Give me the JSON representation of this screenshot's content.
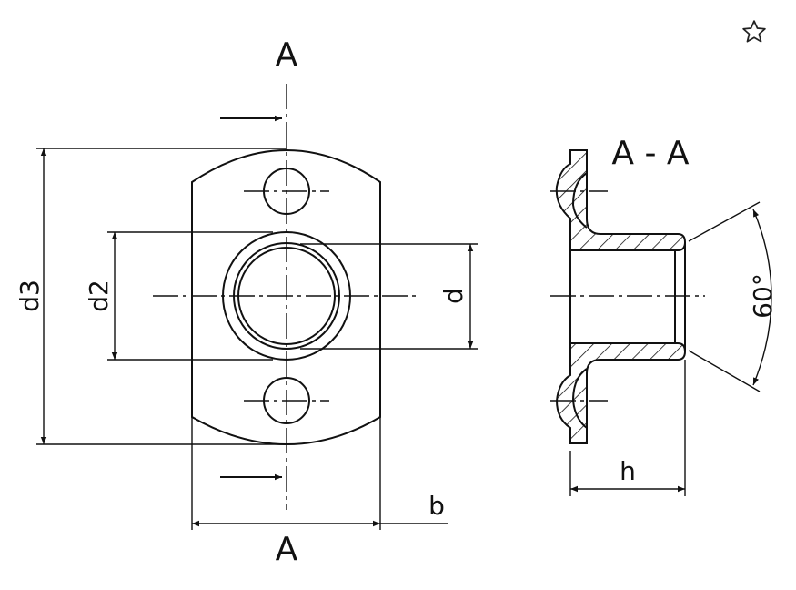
{
  "labels": {
    "section_top": "A",
    "section_bottom": "A",
    "section_title": "A - A",
    "d3": "d3",
    "d2": "d2",
    "d": "d",
    "b": "b",
    "h": "h",
    "angle": "60°"
  },
  "icons": {
    "bookmark": "star-outline-icon"
  },
  "colors": {
    "line": "#111111",
    "background": "#ffffff"
  }
}
